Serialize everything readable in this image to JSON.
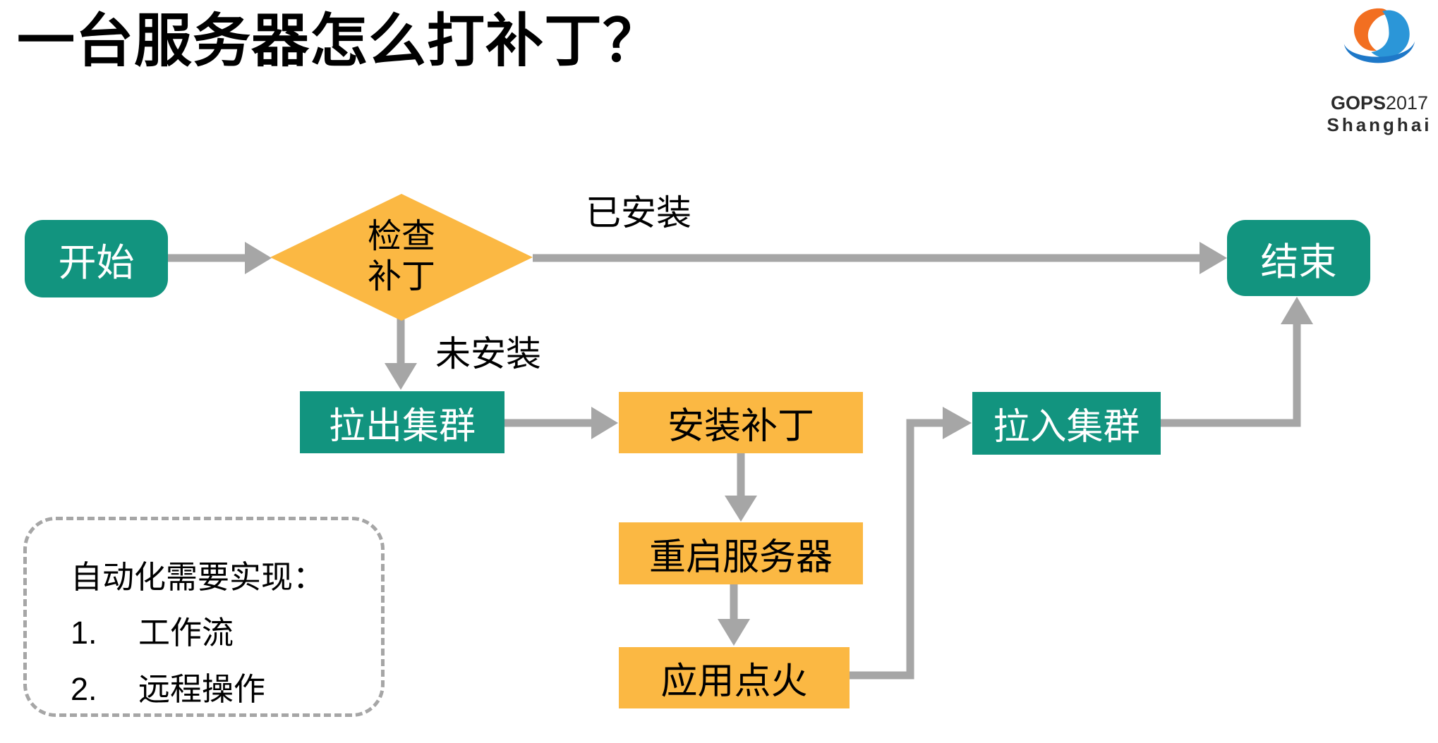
{
  "title": "一台服务器怎么打补丁？",
  "logo": {
    "name_bold": "GOPS",
    "name_year": "2017",
    "city": "Shanghai"
  },
  "flowchart": {
    "start": "开始",
    "check_line1": "检查",
    "check_line2": "补丁",
    "label_installed": "已安装",
    "label_not_installed": "未安装",
    "pull_out": "拉出集群",
    "install": "安装补丁",
    "reboot": "重启服务器",
    "ignite": "应用点火",
    "pull_in": "拉入集群",
    "end": "结束"
  },
  "note": {
    "heading": "自动化需要实现：",
    "item1_num": "1.",
    "item1": "工作流",
    "item2_num": "2.",
    "item2": "远程操作"
  },
  "colors": {
    "teal": "#12947F",
    "orange": "#FBB843",
    "arrow_gray": "#A6A6A6",
    "text_black": "#000000",
    "node_text_white": "#FFFFFF",
    "logo_orange": "#F26F21",
    "logo_blue": "#2B96D8"
  }
}
